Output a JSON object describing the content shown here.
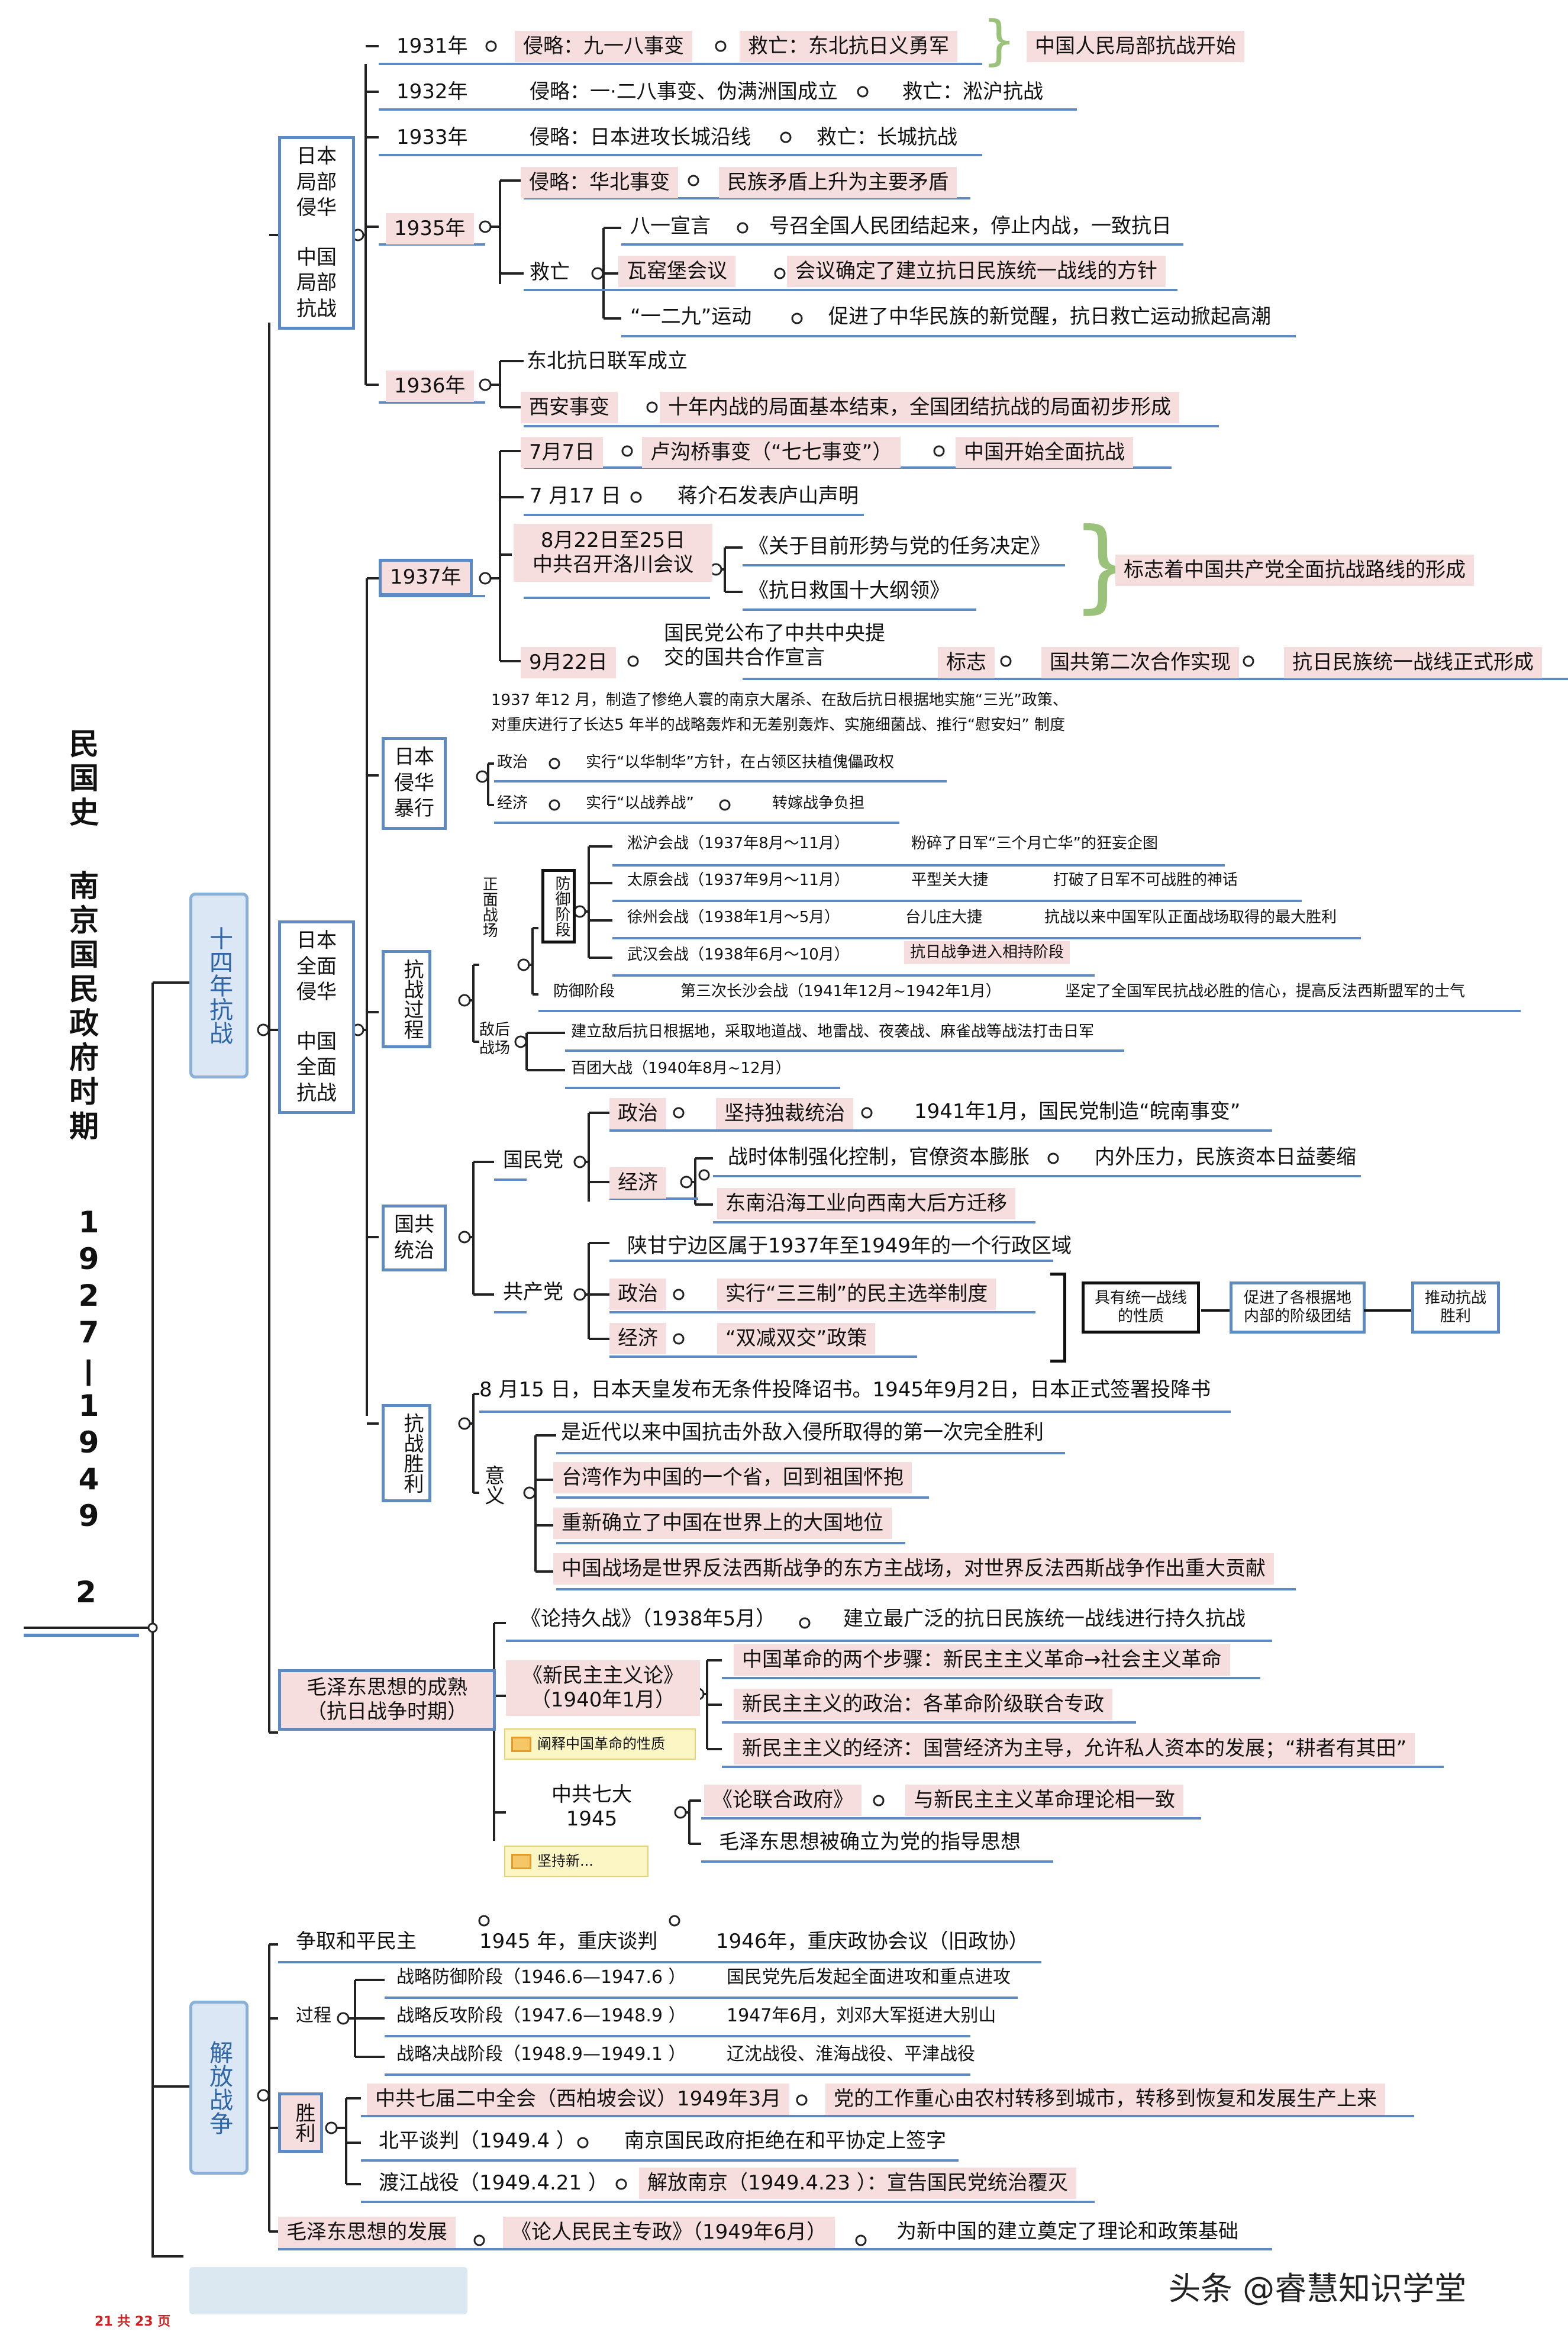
{
  "title": {
    "col1": "民国史",
    "col2": "南京国民政府时期",
    "years": [
      "1",
      "9",
      "2",
      "7",
      "—",
      "1",
      "9",
      "4",
      "9"
    ],
    "part": "2"
  },
  "branches": {
    "war14": "十四年抗战",
    "liberation": "解放战争",
    "local": {
      "label_a": "日本局部侵华",
      "label_b": "中国局部抗战"
    },
    "full": {
      "label_a": "日本全面侵华",
      "label_b": "中国全面抗战"
    },
    "mao": "毛泽东思想的成熟（抗日战争时期）"
  },
  "y1931": {
    "year": "1931年",
    "inv": "侵略：九一八事变",
    "res": "救亡：东北抗日义勇军",
    "sum": "中国人民局部抗战开始"
  },
  "y1932": {
    "year": "1932年",
    "inv": "侵略：一·二八事变、伪满洲国成立",
    "res": "救亡：淞沪抗战"
  },
  "y1933": {
    "year": "1933年",
    "inv": "侵略：日本进攻长城沿线",
    "res": "救亡：长城抗战"
  },
  "y1935": {
    "year": "1935年",
    "inv": "侵略：华北事变",
    "inv2": "民族矛盾上升为主要矛盾",
    "res": "救亡",
    "items": [
      {
        "a": "八一宣言",
        "b": "号召全国人民团结起来，停止内战，一致抗日"
      },
      {
        "a": "瓦窑堡会议",
        "b": "会议确定了建立抗日民族统一战线的方针"
      },
      {
        "a": "“一二九”运动",
        "b": "促进了中华民族的新觉醒，抗日救亡运动掀起高潮"
      }
    ]
  },
  "y1936": {
    "year": "1936年",
    "a": "东北抗日联军成立",
    "b": "西安事变",
    "c": "十年内战的局面基本结束，全国团结抗战的局面初步形成"
  },
  "y1937": {
    "year": "1937年",
    "j7": {
      "d": "7月7日",
      "a": "卢沟桥事变（“七七事变”）",
      "b": "中国开始全面抗战"
    },
    "j17": {
      "d": "7 月17 日",
      "a": "蒋介石发表庐山声明"
    },
    "aug": {
      "d1": "8月22日至25日",
      "d2": "中共召开洛川会议",
      "x": "《关于目前形势与党的任务决定》",
      "y": "《抗日救国十大纲领》",
      "sum": "标志着中国共产党全面抗战路线的形成"
    },
    "s22": {
      "d": "9月22日",
      "a1": "国民党公布了中共中央提",
      "a2": "交的国共合作宣言",
      "m": "标志",
      "b": "国共第二次合作实现",
      "c": "抗日民族统一战线正式形成"
    }
  },
  "atrocity": {
    "label": "日本侵华暴行",
    "line1": "1937 年12 月，制造了惨绝人寰的南京大屠杀、在敌后抗日根据地实施“三光”政策、",
    "line2": "对重庆进行了长达5 年半的战略轰炸和无差别轰炸、实施细菌战、推行“慰安妇” 制度",
    "politics": {
      "k": "政治",
      "v": "实行“以华制华”方针，在占领区扶植傀儡政权"
    },
    "economy": {
      "k": "经济",
      "v1": "实行“以战养战”",
      "v2": "转嫁战争负担"
    }
  },
  "process": {
    "label": "抗战过程",
    "front": "正面战场",
    "defense": "防御阶段",
    "hold": "防御阶段",
    "rear": "敌后战场",
    "battles": [
      {
        "a": "淞沪会战（1937年8月～11月）",
        "b": "粉碎了日军“三个月亡华”的狂妄企图"
      },
      {
        "a": "太原会战（1937年9月～11月）",
        "b": "平型关大捷",
        "c": "打破了日军不可战胜的神话"
      },
      {
        "a": "徐州会战（1938年1月～5月）",
        "b": "台儿庄大捷",
        "c": "抗战以来中国军队正面战场取得的最大胜利"
      },
      {
        "a": "武汉会战（1938年6月～10月）",
        "b": "抗日战争进入相持阶段"
      }
    ],
    "changsha": {
      "a": "第三次长沙会战（1941年12月~1942年1月）",
      "b": "坚定了全国军民抗战必胜的信心，提高反法西斯盟军的士气"
    },
    "rear1": "建立敌后抗日根据地，采取地道战、地雷战、夜袭战、麻雀战等战法打击日军",
    "rear2": "百团大战（1940年8月~12月）"
  },
  "kmt_cpc": {
    "label": "国共统治",
    "kmt": "国民党",
    "cpc": "共产党",
    "kmt_pol": {
      "k": "政治",
      "v": "坚持独裁统治",
      "w": "1941年1月，国民党制造“皖南事变”"
    },
    "kmt_eco": {
      "k": "经济",
      "v": "战时体制强化控制，官僚资本膨胀",
      "w": "内外压力，民族资本日益萎缩",
      "x": "东南沿海工业向西南大后方迁移"
    },
    "region": "陕甘宁边区属于1937年至1949年的一个行政区域",
    "cpc_pol": {
      "k": "政治",
      "v": "实行“三三制”的民主选举制度"
    },
    "cpc_eco": {
      "k": "经济",
      "v": "“双减双交”政策"
    },
    "chain": [
      "具有统一战线的性质",
      "促进了各根据地内部的阶级团结",
      "推动抗战胜利"
    ]
  },
  "victory": {
    "label": "抗战胜利",
    "top": "8 月15 日，日本天皇发布无条件投降诏书。1945年9月2日，日本正式签署投降书",
    "meaning": "意义",
    "items": [
      "是近代以来中国抗击外敌入侵所取得的第一次完全胜利",
      "台湾作为中国的一个省，回到祖国怀抱",
      "重新确立了中国在世界上的大国地位",
      "中国战场是世界反法西斯战争的东方主战场，对世界反法西斯战争作出重大贡献"
    ]
  },
  "mao": {
    "a": "《论持久战》（1938年5月）",
    "a2": "建立最广泛的抗日民族统一战线进行持久抗战",
    "b1": "《新民主主义论》",
    "b2": "（1940年1月）",
    "b_items": [
      "中国革命的两个步骤：新民主主义革命→社会主义革命",
      "新民主主义的政治：各革命阶级联合专政",
      "新民主主义的经济：国营经济为主导，允许私人资本的发展；“耕者有其田”"
    ],
    "note1": "阐释中国革命的性质",
    "c1": "中共七大",
    "c2": "1945",
    "c_items": [
      "《论联合政府》",
      "与新民主主义革命理论相一致",
      "毛泽东思想被确立为党的指导思想"
    ],
    "note2": "坚持新..."
  },
  "lib": {
    "peace": {
      "k": "争取和平民主",
      "a": "1945 年，重庆谈判",
      "b": "1946年，重庆政协会议（旧政协）"
    },
    "process": {
      "k": "过程",
      "items": [
        {
          "a": "战略防御阶段（1946.6—1947.6 ）",
          "b": "国民党先后发起全面进攻和重点进攻"
        },
        {
          "a": "战略反攻阶段（1947.6—1948.9 ）",
          "b": "1947年6月，刘邓大军挺进大别山"
        },
        {
          "a": "战略决战阶段（1948.9—1949.1 ）",
          "b": "辽沈战役、淮海战役、平津战役"
        }
      ]
    },
    "victory": {
      "k": "胜利",
      "a": "中共七届二中全会（西柏坡会议）1949年3月",
      "a2": "党的工作重心由农村转移到城市，转移到恢复和发展生产上来",
      "b": "北平谈判（1949.4 ）",
      "b2": "南京国民政府拒绝在和平协定上签字",
      "c": "渡江战役（1949.4.21 ）",
      "c2": "解放南京（1949.4.23 ）：宣告国民党统治覆灭"
    },
    "mao": {
      "k": "毛泽东思想的发展",
      "a": "《论人民民主专政》（1949年6月）",
      "b": "为新中国的建立奠定了理论和政策基础"
    }
  },
  "footer": {
    "page": "21 共 23 页",
    "watermark": "头条 @睿慧知识学堂"
  },
  "colors": {
    "line": "#5d8ac2",
    "pink": "#f6dede",
    "bracket": "#9bc27a"
  }
}
